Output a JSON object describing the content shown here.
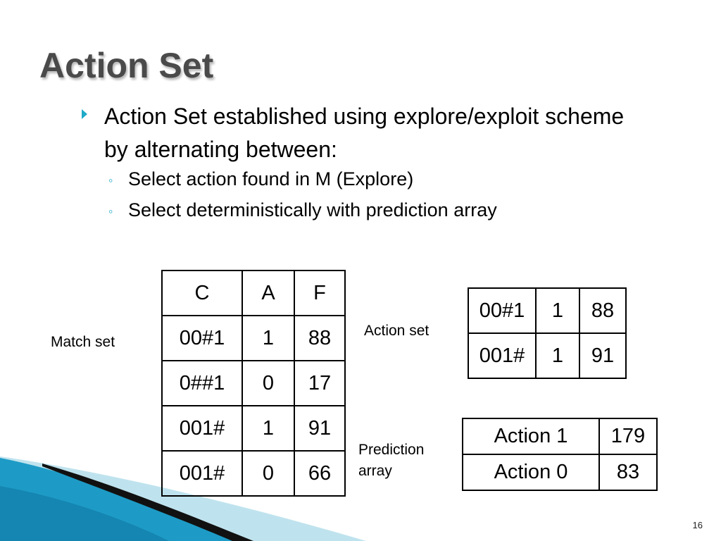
{
  "slide": {
    "title": "Action Set",
    "bullet": "Action Set established using explore/exploit scheme by alternating between:",
    "subbullets": [
      "Select action found in M (Explore)",
      "Select deterministically with prediction array"
    ],
    "sub_marker": "◦",
    "page_number": "16",
    "accent_color": "#1faac8"
  },
  "labels": {
    "match_set": "Match set",
    "action_set": "Action set",
    "prediction_array": "Prediction array"
  },
  "match_set": {
    "headers": [
      "C",
      "A",
      "F"
    ],
    "rows": [
      [
        "00#1",
        "1",
        "88"
      ],
      [
        "0##1",
        "0",
        "17"
      ],
      [
        "001#",
        "1",
        "91"
      ],
      [
        "001#",
        "0",
        "66"
      ]
    ]
  },
  "action_set": {
    "rows": [
      [
        "00#1",
        "1",
        "88"
      ],
      [
        "001#",
        "1",
        "91"
      ]
    ]
  },
  "prediction_array": {
    "rows": [
      [
        "Action 1",
        "179"
      ],
      [
        "Action 0",
        "83"
      ]
    ]
  }
}
